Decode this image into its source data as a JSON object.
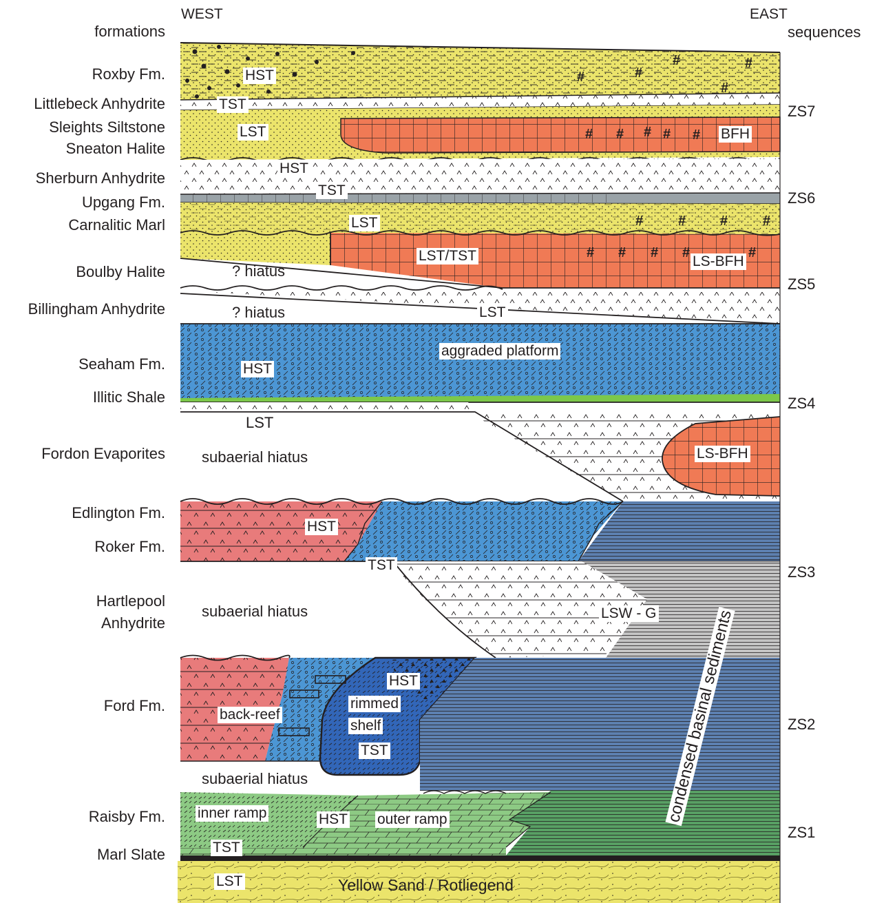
{
  "header": {
    "west": "WEST",
    "east": "EAST",
    "formations": "formations",
    "sequences": "sequences"
  },
  "formations": [
    "Roxby Fm.",
    "Littlebeck Anhydrite",
    "Sleights Siltstone",
    "Sneaton Halite",
    "Sherburn Anhydrite",
    "Upgang Fm.",
    "Carnalitic Marl",
    "Boulby Halite",
    "Billingham Anhydrite",
    "Seaham Fm.",
    "Illitic Shale",
    "Fordon Evaporites",
    "Edlington Fm.",
    "Roker Fm.",
    "Hartlepool",
    "Anhydrite",
    "Ford Fm.",
    "Raisby Fm.",
    "Marl Slate"
  ],
  "sequences": [
    "ZS7",
    "ZS6",
    "ZS5",
    "ZS4",
    "ZS3",
    "ZS2",
    "ZS1"
  ],
  "units": {
    "roxby_hst": "HST",
    "littlebeck_tst": "TST",
    "sleights_lst": "LST",
    "sneaton_bfh": "BFH",
    "sherburn_hst": "HST",
    "upgang_tst": "TST",
    "carnalitic_lst": "LST",
    "boulby_lst_tst": "LST/TST",
    "boulby_ls_bfh": "LS-BFH",
    "hiatus_q1": "? hiatus",
    "hiatus_q2": "? hiatus",
    "billingham_lst": "LST",
    "seaham_hst": "HST",
    "aggraded_platform": "aggraded platform",
    "fordon_lst": "LST",
    "subaerial_hiatus_1": "subaerial hiatus",
    "fordon_ls_bfh": "LS-BFH",
    "edlington_hst": "HST",
    "roker_tst": "TST",
    "subaerial_hiatus_2": "subaerial hiatus",
    "lsw_g": "LSW - G",
    "condensed_basinal": "condensed basinal sediments",
    "ford_hst": "HST",
    "rimmed": "rimmed",
    "shelf": "shelf",
    "ford_tst": "TST",
    "back_reef": "back-reef",
    "subaerial_hiatus_3": "subaerial hiatus",
    "inner_ramp": "inner ramp",
    "raisby_hst": "HST",
    "outer_ramp": "outer ramp",
    "marl_tst": "TST",
    "basal_lst": "LST",
    "yellow_sand": "Yellow Sand / Rotliegend",
    "hash": "#"
  },
  "colors": {
    "sand_yellow": "#ebe46b",
    "halite_red": "#f07a55",
    "platform_blue": "#4c96d4",
    "rimmed_shelf_blue": "#3266b8",
    "basin_blue": "#5d80b0",
    "basin_grey": "#c4c4c4",
    "evaporite_pink": "#e87b7b",
    "ramp_green": "#8dca84",
    "outer_green": "#58a064",
    "shale_green": "#7cc84a",
    "line": "#231f20"
  }
}
